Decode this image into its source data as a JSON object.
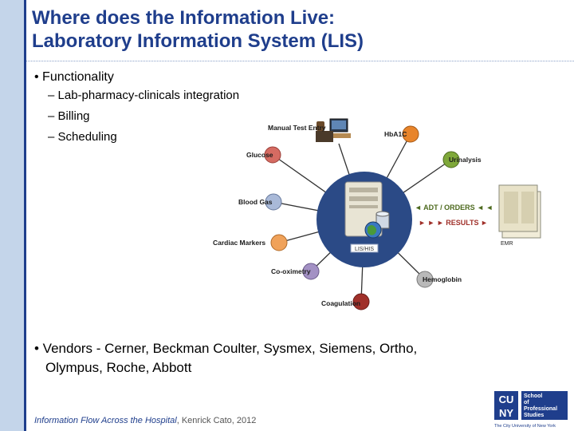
{
  "slide": {
    "title_line1": "Where does the Information Live:",
    "title_line2": "Laboratory Information System (LIS)"
  },
  "bullets": {
    "functionality": "• Functionality",
    "sub": [
      "– Lab-pharmacy-clinicals integration",
      "– Billing",
      "– Scheduling"
    ],
    "vendors_line1": "• Vendors - Cerner, Beckman Coulter, Sysmex, Siemens, Ortho,",
    "vendors_line2": "Olympus, Roche, Abbott"
  },
  "diagram": {
    "hub_label": "LIS/HIS",
    "emr_label": "EMR",
    "adt_label": "◄ ADT / ORDERS ◄ ◄",
    "results_label": "► ► ► RESULTS ►",
    "nodes": [
      {
        "name": "Manual Test Entry",
        "color": ""
      },
      {
        "name": "HbA1C",
        "color": "#e8842a"
      },
      {
        "name": "Glucose",
        "color": "#d56b62"
      },
      {
        "name": "Urinalysis",
        "color": "#7fa83a"
      },
      {
        "name": "Blood Gas",
        "color": "#a9b9d8"
      },
      {
        "name": "Cardiac Markers",
        "color": "#f0a25a"
      },
      {
        "name": "Co-oximetry",
        "color": "#a391c4"
      },
      {
        "name": "Hemoglobin",
        "color": "#b9b9b9"
      },
      {
        "name": "Coagulation",
        "color": "#a0302a"
      }
    ]
  },
  "footer": {
    "source_title": "Information Flow Across the Hospital",
    "source_rest": ", Kenrick Cato, 2012"
  },
  "logo": {
    "cu": "CU",
    "ny": "NY",
    "line1": "School",
    "line2": "of",
    "line3": "Professional",
    "line4": "Studies",
    "tagline": "The City University of New York"
  }
}
